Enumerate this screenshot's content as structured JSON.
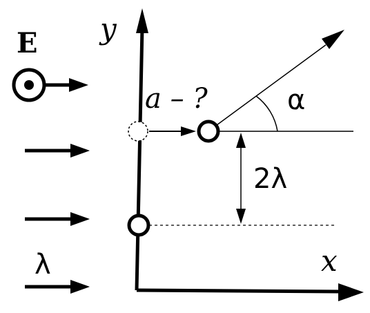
{
  "labels": {
    "field": "E",
    "y_axis": "y",
    "x_axis": "x",
    "wavelength": "λ",
    "spacing": "2λ",
    "question": "a – ?",
    "angle": "α"
  },
  "colors": {
    "ink": "#000000",
    "background": "#ffffff"
  },
  "icons": {
    "field_out_of_page": "circle-dot-icon"
  }
}
